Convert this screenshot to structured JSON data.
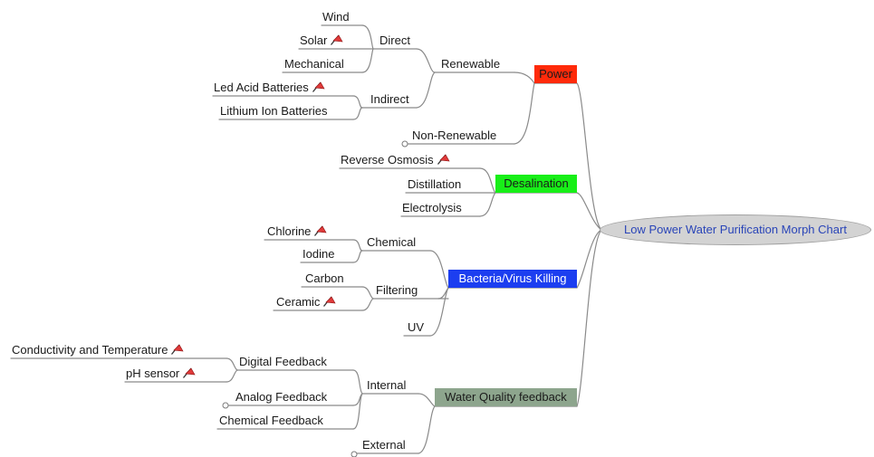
{
  "root": {
    "label": "Low Power  Water Purification Morph Chart"
  },
  "branches": [
    {
      "label": "Power",
      "bg": "#ff2a0a",
      "fg": "#1a1a1a"
    },
    {
      "label": "Desalination",
      "bg": "#18ef18",
      "fg": "#1a1a1a"
    },
    {
      "label": "Bacteria/Virus Killing",
      "bg": "#1c3ef0",
      "fg": "#ffffff"
    },
    {
      "label": "Water Quality feedback",
      "bg": "#8da58d",
      "fg": "#1a1a1a"
    }
  ],
  "nodes": {
    "renewable": "Renewable",
    "direct": "Direct",
    "wind": "Wind",
    "solar": "Solar",
    "mechanical": "Mechanical",
    "indirect": "Indirect",
    "led_acid": "Led Acid Batteries",
    "lithium": "Lithium Ion Batteries",
    "non_renewable": "Non-Renewable",
    "reverse_osmosis": "Reverse Osmosis",
    "distillation": "Distillation",
    "electrolysis": "Electrolysis",
    "chemical": "Chemical",
    "chlorine": "Chlorine",
    "iodine": "Iodine",
    "filtering": "Filtering",
    "carbon": "Carbon",
    "ceramic": "Ceramic",
    "uv": "UV",
    "internal": "Internal",
    "digital_feedback": "Digital Feedback",
    "conductivity": "Conductivity and Temperature",
    "ph_sensor": "pH sensor",
    "analog_feedback": "Analog Feedback",
    "chemical_feedback": "Chemical Feedback",
    "external": "External"
  },
  "icons": {
    "flag": "red-flag-icon",
    "collapsed": "collapsed-node-circle-icon"
  },
  "colors": {
    "line": "#8a8a8a",
    "flag": "#e03a3a",
    "root_text": "#2a45b8"
  }
}
